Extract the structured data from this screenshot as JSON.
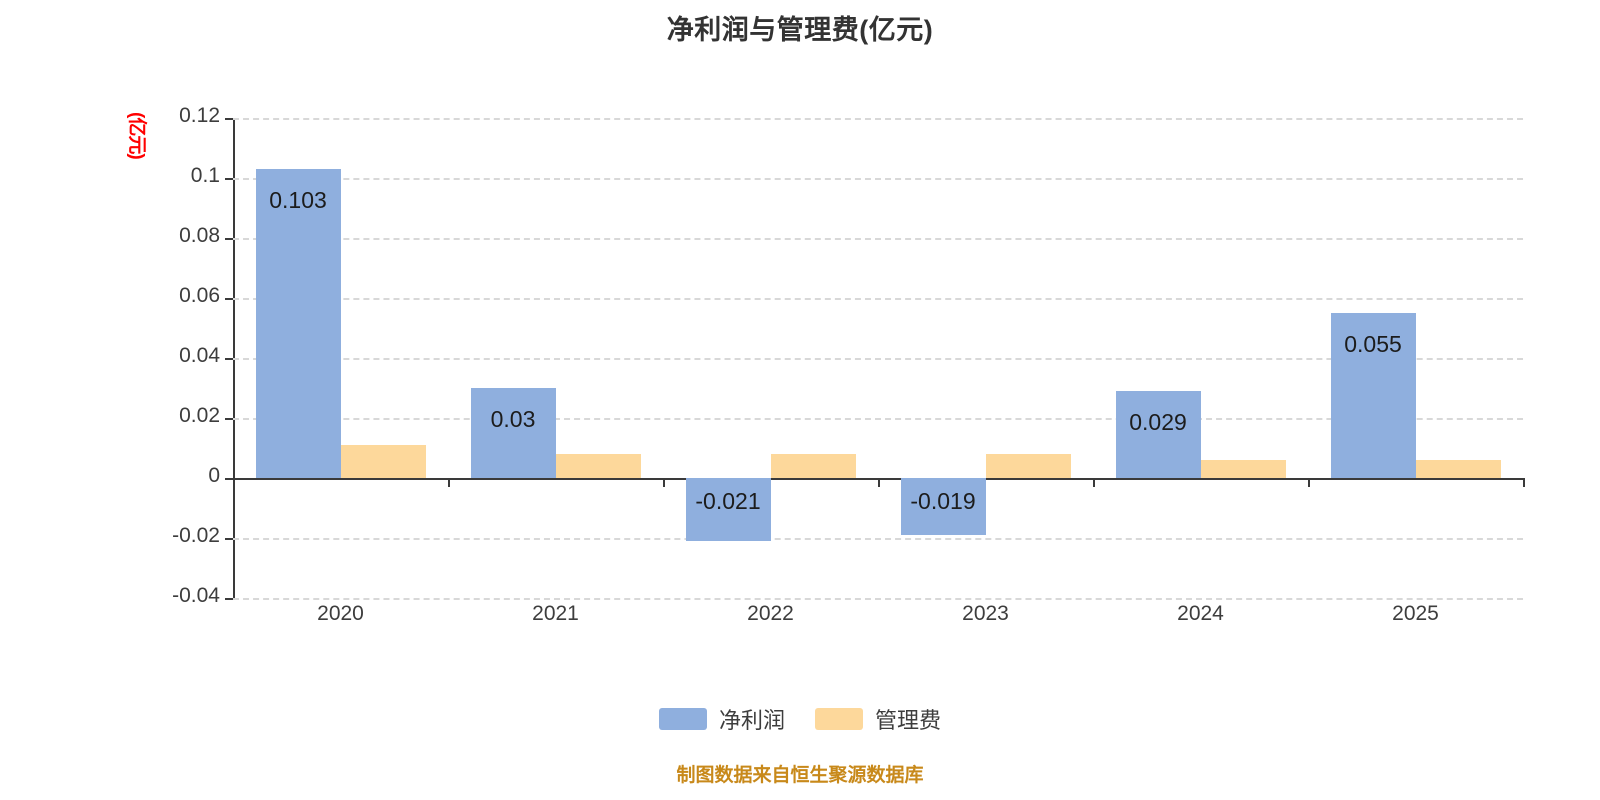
{
  "chart_data": {
    "type": "bar",
    "title": "净利润与管理费(亿元)",
    "xlabel": "",
    "ylabel": "(亿元)",
    "ylim": [
      -0.04,
      0.12
    ],
    "yticks": [
      "0.12",
      "0.1",
      "0.08",
      "0.06",
      "0.04",
      "0.02",
      "0",
      "-0.02",
      "-0.04"
    ],
    "ytick_values": [
      0.12,
      0.1,
      0.08,
      0.06,
      0.04,
      0.02,
      0,
      -0.02,
      -0.04
    ],
    "categories": [
      "2020",
      "2021",
      "2022",
      "2023",
      "2024",
      "2025"
    ],
    "grid": true,
    "legend_position": "bottom",
    "series": [
      {
        "name": "净利润",
        "color": "#8FAFDE",
        "values": [
          0.103,
          0.03,
          -0.021,
          -0.019,
          0.029,
          0.055
        ],
        "labels": [
          "0.103",
          "0.03",
          "-0.021",
          "-0.019",
          "0.029",
          "0.055"
        ]
      },
      {
        "name": "管理费",
        "color": "#FDD89B",
        "values": [
          0.011,
          0.008,
          0.008,
          0.008,
          0.006,
          0.006
        ],
        "labels": [
          "",
          "",
          "",
          "",
          "",
          ""
        ]
      }
    ],
    "annotation": "制图数据来自恒生聚源数据库",
    "annotation_color": "#c8891a",
    "unit_label_color": "#ff0000"
  }
}
